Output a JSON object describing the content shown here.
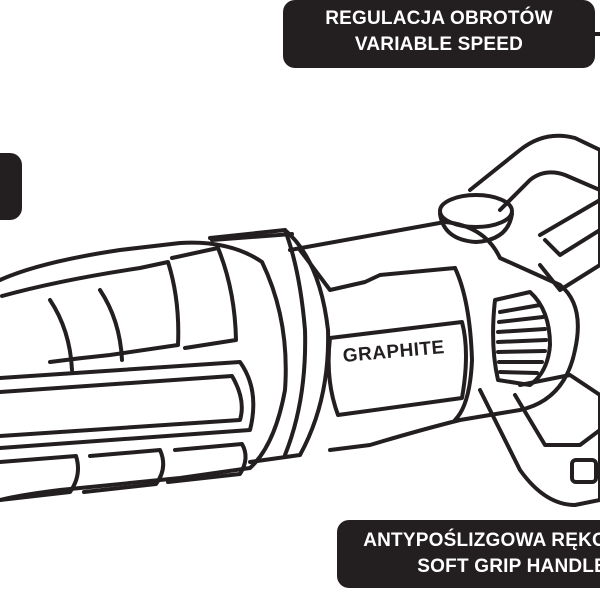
{
  "callouts": {
    "speed": {
      "line1": "REGULACJA OBROTÓW",
      "line2": "VARIABLE SPEED"
    },
    "grip": {
      "line1": "ANTYPOŚLIZGOWA RĘKO",
      "line2": "SOFT GRIP HANDLE"
    }
  },
  "tool": {
    "brand": "GRAPHITE"
  },
  "colors": {
    "ink": "#231f20",
    "background": "#ffffff"
  }
}
